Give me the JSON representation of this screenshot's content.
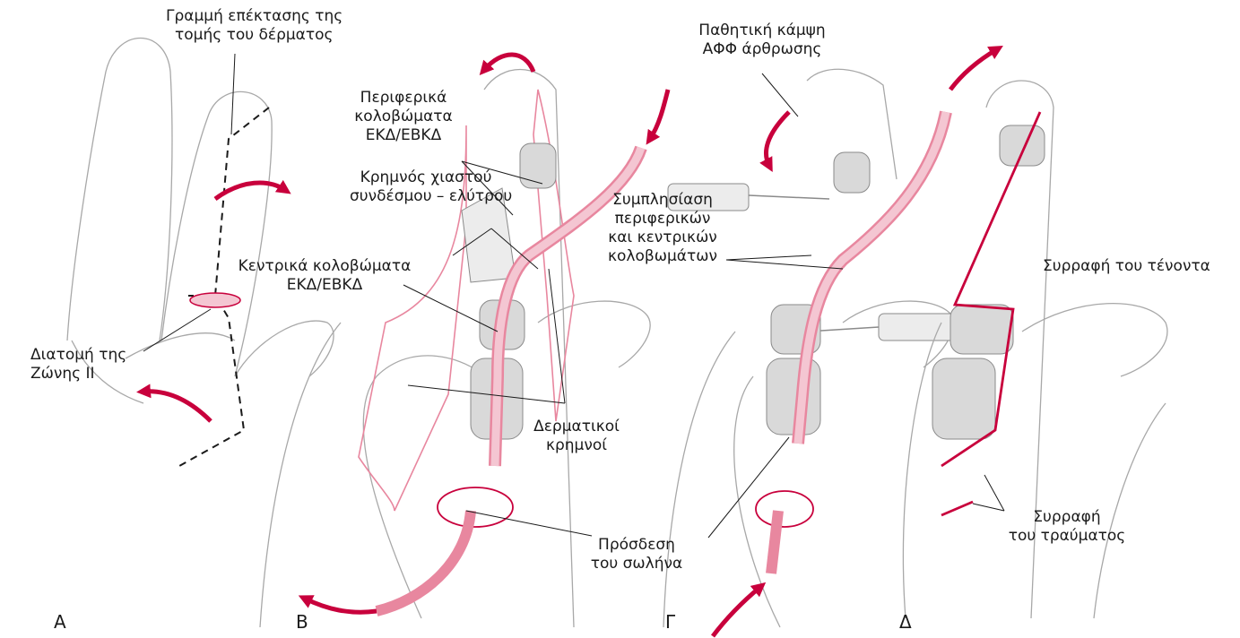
{
  "panels": [
    {
      "letter": "Α"
    },
    {
      "letter": "Β"
    },
    {
      "letter": "Γ"
    },
    {
      "letter": "Δ"
    }
  ],
  "labels": {
    "skin_incision_ext": [
      "Γραμμή επέκτασης της",
      "τομής του δέρματος"
    ],
    "zone2_laceration": [
      "Διατομή της",
      "Ζώνης ΙΙ"
    ],
    "distal_stumps": [
      "Περιφερικά",
      "κολοβώματα",
      "ΕΚΔ/ΕΒΚΔ"
    ],
    "cruciate_flap": [
      "Κρημνός χιαστού",
      "συνδέσμου – ελύτρου"
    ],
    "proximal_stumps": [
      "Κεντρικά κολοβώματα",
      "ΕΚΔ/ΕΒΚΔ"
    ],
    "skin_flaps": [
      "Δερματικοί",
      "κρημνοί"
    ],
    "tube_attach": [
      "Πρόσδεση",
      "του σωλήνα"
    ],
    "passive_flex": [
      "Παθητική κάμψη",
      "ΑΦΦ άρθρωσης"
    ],
    "approximation": [
      "Συμπλησίαση",
      "περιφερικών",
      "και κεντρικών",
      "κολοβωμάτων"
    ],
    "tendon_repair": [
      "Συρραφή του τένοντα"
    ],
    "wound_closure": [
      "Συρραφή",
      "του τραύματος"
    ]
  },
  "colors": {
    "accent": "#c8003c",
    "accent_light": "#f4c6d2",
    "outline": "#a8a8a8",
    "bone": "#d9d9d9",
    "ink": "#1a1a1a"
  }
}
